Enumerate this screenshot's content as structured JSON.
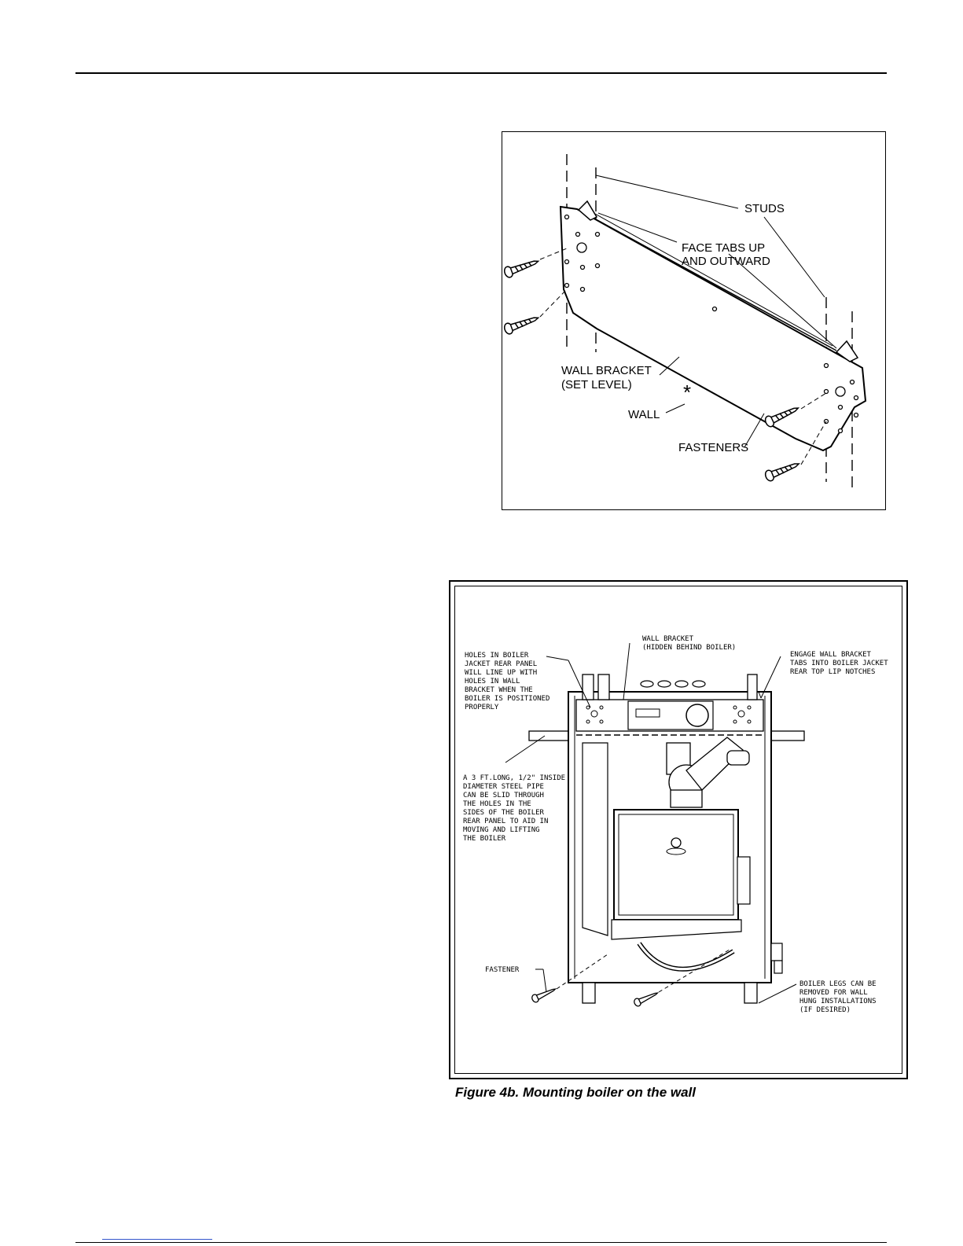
{
  "figure_a": {
    "labels": {
      "studs": "STUDS",
      "face_tabs_1": "FACE TABS UP",
      "face_tabs_2": "AND OUTWARD",
      "wall_bracket_1": "WALL BRACKET",
      "wall_bracket_2": "(SET LEVEL)",
      "asterisk": "*",
      "wall": "WALL",
      "fasteners": "FASTENERS"
    }
  },
  "figure_b": {
    "labels": {
      "wall_bracket_1": "WALL BRACKET",
      "wall_bracket_2": "(HIDDEN BEHIND BOILER)",
      "holes_1": "HOLES IN BOILER",
      "holes_2": "JACKET REAR PANEL",
      "holes_3": "WILL LINE UP WITH",
      "holes_4": "HOLES IN WALL",
      "holes_5": "BRACKET WHEN THE",
      "holes_6": "BOILER IS POSITIONED",
      "holes_7": "PROPERLY",
      "engage_1": "ENGAGE WALL BRACKET",
      "engage_2": "TABS INTO BOILER JACKET",
      "engage_3": "REAR TOP LIP NOTCHES",
      "pipe_1": "A 3 FT.LONG, 1/2\" INSIDE",
      "pipe_2": "DIAMETER STEEL PIPE",
      "pipe_3": "CAN BE SLID THROUGH",
      "pipe_4": "THE HOLES IN THE",
      "pipe_5": "SIDES OF THE BOILER",
      "pipe_6": "REAR PANEL TO AID IN",
      "pipe_7": "MOVING AND LIFTING",
      "pipe_8": "THE BOILER",
      "fastener": "FASTENER",
      "legs_1": "BOILER LEGS CAN BE",
      "legs_2": "REMOVED FOR WALL",
      "legs_3": "HUNG INSTALLATIONS",
      "legs_4": "(IF DESIRED)"
    }
  },
  "caption": "Figure 4b. Mounting boiler on the wall"
}
